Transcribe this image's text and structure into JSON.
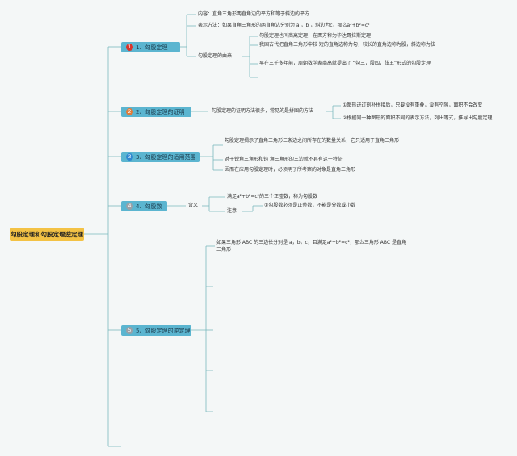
{
  "root": {
    "label": "勾股定理和勾股定理逆定理"
  },
  "colors": {
    "line": "#7ab8bd",
    "root_fill": "#f3c245",
    "topic_fill": "#5bb5d0"
  },
  "topics": [
    {
      "label": "1、勾股定理",
      "marker": "1",
      "marker_color": "#d9342b"
    },
    {
      "label": "2、勾股定理的证明",
      "marker": "2",
      "marker_color": "#e07b39"
    },
    {
      "label": "3、勾股定理的适用范围",
      "marker": "3",
      "marker_color": "#2f88d0"
    },
    {
      "label": "4、勾股数",
      "marker": "4",
      "marker_color": "#9aa0a6"
    },
    {
      "label": "5、勾股定理的逆定理",
      "marker": "5",
      "marker_color": "#9aa0a6"
    }
  ],
  "t1": {
    "content": "内容：直角三角形两直角边的平方和等于斜边的平方",
    "method": "表示方法：如果直角三角形的两直角边分别为 a ，b ，斜边为c，那么a²+b²=c²",
    "origin_label": "勾股定理的由来",
    "origin": [
      "勾股定理也叫商高定理，在西方称为毕达哥拉斯定理",
      "我国古代把直角三角形中较 短的直角边称为勾，较长的直角边称为股，斜边称为弦",
      "早在三千多年前，周朝数学家商高就提出了 “勾三，股四，弦五”形式的勾股定理"
    ]
  },
  "t2": {
    "label": "勾股定理的证明方法很多，常见的是拼图的方法",
    "items": [
      "①图形进过割补拼接后，只要没有重叠，没有空隙，面积不会改变",
      "②根据同一种图形的面积不同的表示方法，列出等式，推导出勾股定理"
    ]
  },
  "t3": {
    "items": [
      "勾股定理揭示了直角三角形三条边之间所存在的数量关系，它只适用于直角三角形",
      "对于锐角三角形和钝 角三角形的三边就不具有这一特征",
      "因而在应用勾股定理时，必须明了所考察的对象是直角三角形"
    ]
  },
  "t4": {
    "def_label": "含义",
    "def": "满足a²+b²=c²的三个正整数，称为勾股数",
    "note_label": "注意",
    "note": "①勾股数必须是正整数，不能是分数或小数"
  },
  "t5": {
    "text": "如果三角形 ABC 的三边长分别是 a，b，c，且满足a²+b²=c²，那么三角形 ABC 是直角三角形"
  }
}
